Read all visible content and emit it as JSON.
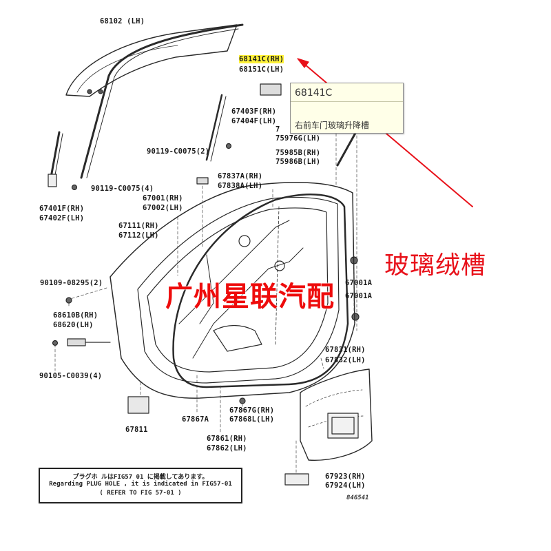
{
  "diagram": {
    "labels": {
      "p68102": "68102 (LH)",
      "p68141c": "68141C(RH)",
      "p68151c": "68151C(LH)",
      "p67403f": "67403F(RH)",
      "p67404f": "67404F(LH)",
      "p90119a": "90119-C0075(2)",
      "p75_prefix": "7",
      "p75976g": "75976G(LH)",
      "p75985b": "75985B(RH)",
      "p75986b": "75986B(LH)",
      "p67837a": "67837A(RH)",
      "p67838a": "67838A(LH)",
      "p90119b": "90119-C0075(4)",
      "p67001": "67001(RH)",
      "p67002": "67002(LH)",
      "p67401f": "67401F(RH)",
      "p67402f": "67402F(LH)",
      "p67111": "67111(RH)",
      "p67112": "67112(LH)",
      "p90109": "90109-08295(2)",
      "p67001a_1": "67001A",
      "p67001a_2": "67001A",
      "p68610b": "68610B(RH)",
      "p68620": "68620(LH)",
      "p67831": "67831(RH)",
      "p67832": "67832(LH)",
      "p90105": "90105-C0039(4)",
      "p67867g": "67867G(RH)",
      "p67868l": "67868L(LH)",
      "p67867a": "67867A",
      "p67811": "67811",
      "p67861": "67861(RH)",
      "p67862": "67862(LH)",
      "p67923": "67923(RH)",
      "p67924": "67924(LH)"
    },
    "note": {
      "line1": "プラグホ ルはFIG57 01 に掲載してあります。",
      "line2": "Regarding PLUG HOLE , it is indicated in FIG57-01",
      "line3": "( REFER TO FIG 57-01 )"
    },
    "figure_number": "846541"
  },
  "tooltip": {
    "code": "68141C",
    "description": "右前车门玻璃升降槽"
  },
  "callout": {
    "text": "玻璃绒槽",
    "color": "#e8111a"
  },
  "watermark": {
    "text": "广州星联汽配",
    "color": "#ee0b0b"
  },
  "highlight_color": "#fff23a"
}
